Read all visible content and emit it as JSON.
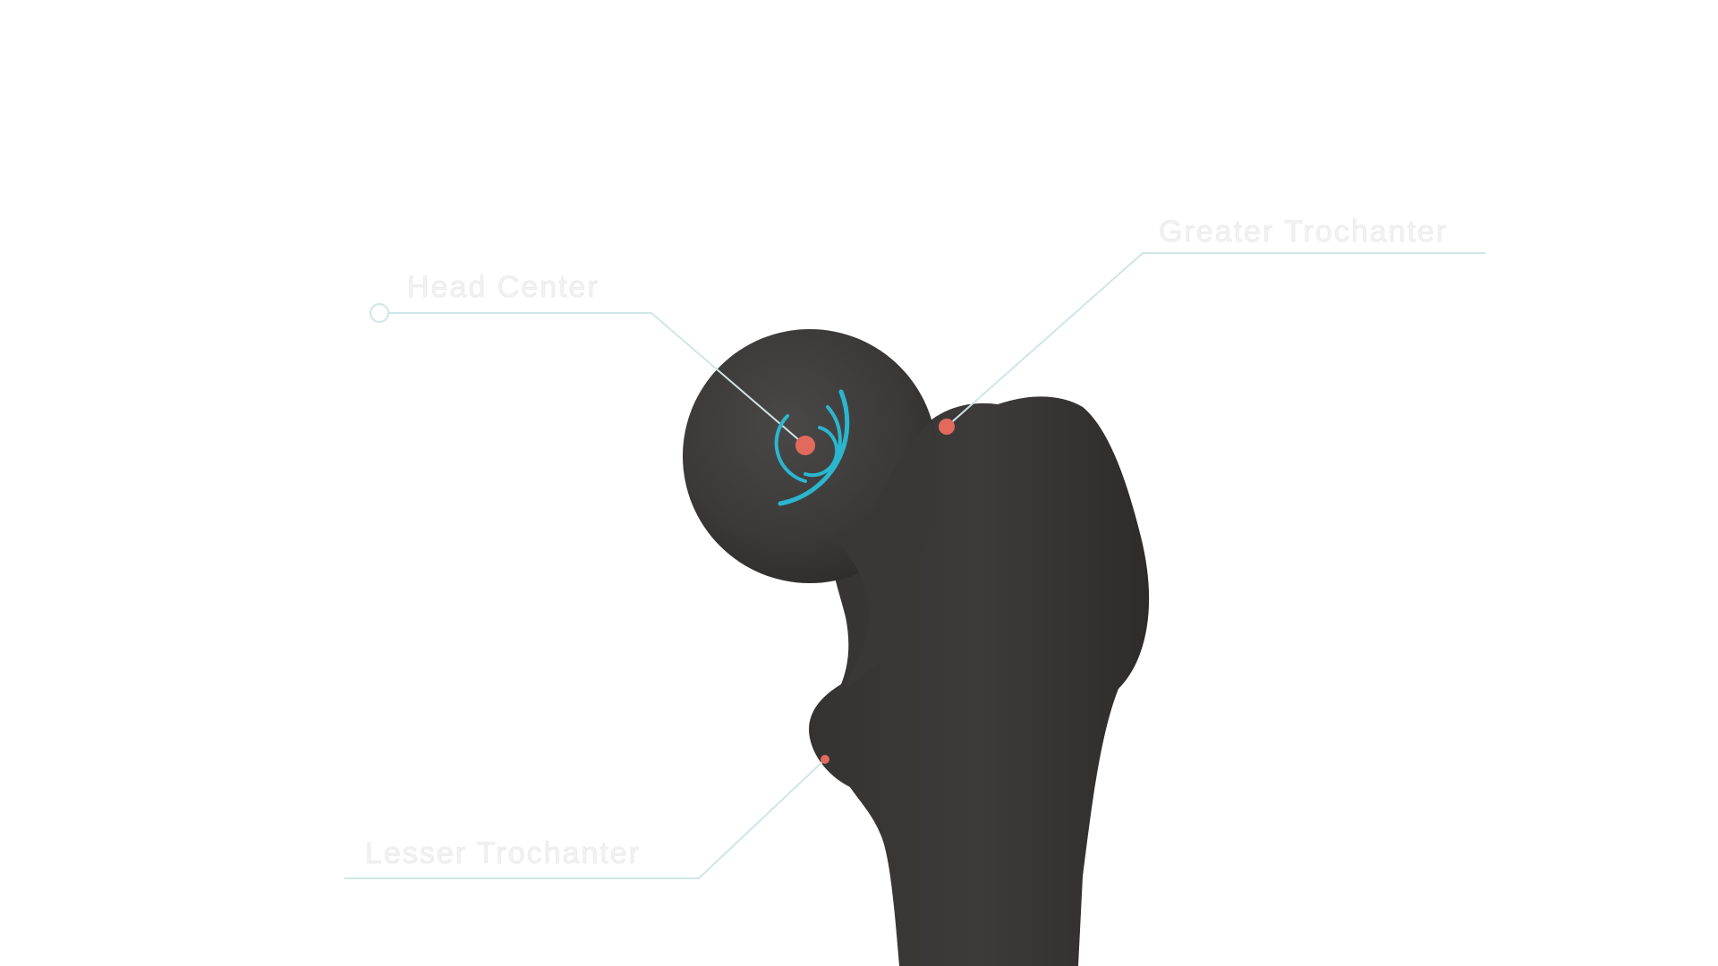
{
  "labels": {
    "head_center": "Head Center",
    "greater_trochanter": "Greater Trochanter",
    "lesser_trochanter": "Lesser Trochanter"
  },
  "colors": {
    "background": "#ffffff",
    "bone": "#3a3837",
    "marker": "#e26a5d",
    "leader_line": "#cfe6e6",
    "label_text": "#f2f2f2",
    "target_rings": "#2bb6cf"
  },
  "icons": {
    "head_center_marker": "target-rings-icon",
    "landmark_marker": "dot-icon"
  }
}
